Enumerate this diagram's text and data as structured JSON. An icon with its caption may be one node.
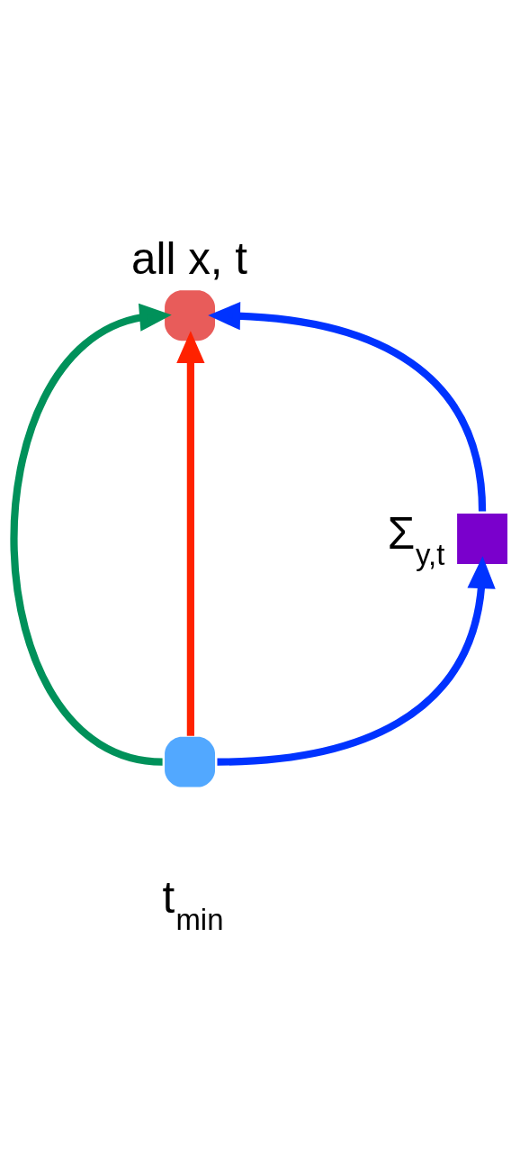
{
  "diagram": {
    "nodes": [
      {
        "text": [],
        "shape": "circle",
        "beside": [
          "all x, t"
        ]
      },
      {
        "text": [],
        "shape": "circle",
        "beside": [
          "t$_{min}$"
        ]
      },
      {
        "text": [],
        "shape": "cross",
        "beside": [
          "Σ$_{y,t}$"
        ]
      }
    ],
    "edges": [
      {
        "from": 1,
        "to": 0,
        "arrow": "to",
        "color": "#00915a"
      },
      {
        "from": 1,
        "to": 0,
        "arrow": "to",
        "color": "#ff2200"
      },
      {
        "from": 1,
        "to": 2,
        "arrow": "to",
        "color": "#0033ff"
      },
      {
        "from": 2,
        "to": 0,
        "arrow": "to",
        "color": "#0033ff"
      }
    ]
  }
}
